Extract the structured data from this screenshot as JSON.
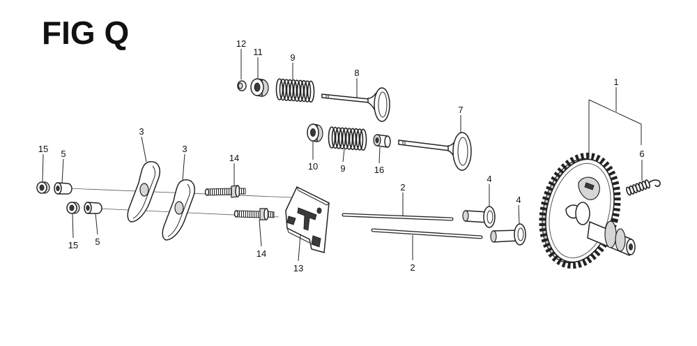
{
  "title": "FIG Q",
  "callouts": [
    "12",
    "11",
    "9",
    "8",
    "7",
    "1",
    "6",
    "3",
    "3",
    "15",
    "5",
    "14",
    "10",
    "9",
    "16",
    "2",
    "4",
    "4",
    "15",
    "5",
    "14",
    "13",
    "2"
  ],
  "colors": {
    "ink": "#222222",
    "background": "#ffffff"
  }
}
